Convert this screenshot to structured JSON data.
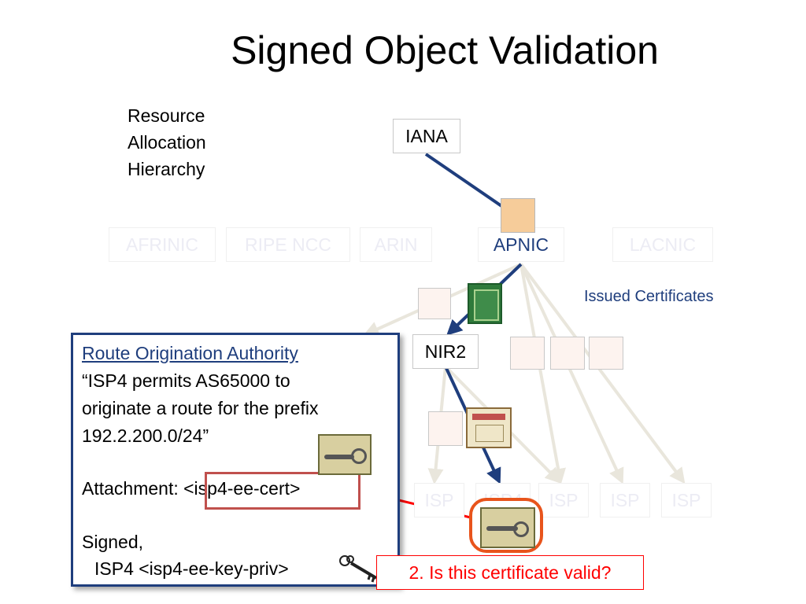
{
  "title": "Signed Object Validation",
  "hierarchy_label": [
    "Resource",
    "Allocation",
    "Hierarchy"
  ],
  "nodes": {
    "iana": "IANA",
    "afrinic": "AFRINIC",
    "ripe": "RIPE NCC",
    "arin": "ARIN",
    "apnic": "APNIC",
    "lacnic": "LACNIC",
    "nir2": "NIR2",
    "isp": "ISP",
    "isp4": "ISP4"
  },
  "issued_label": "Issued Certificates",
  "roa": {
    "heading": "Route Origination Authority",
    "quote": [
      "“ISP4 permits AS65000 to",
      "originate a route for the prefix",
      "192.2.200.0/24”"
    ],
    "attachment_label": "Attachment: ",
    "attachment_value": "<isp4-ee-cert>",
    "signed": "Signed,",
    "signer": "ISP4 <isp4-ee-key-priv>"
  },
  "question": "2. Is this certificate valid?",
  "colors": {
    "navy": "#1f3e7d",
    "faint_line": "#e9e6dc",
    "red": "#ff0000",
    "orange_ring": "#e8541c"
  },
  "icons": [
    "key-icon",
    "certificate-icon"
  ]
}
